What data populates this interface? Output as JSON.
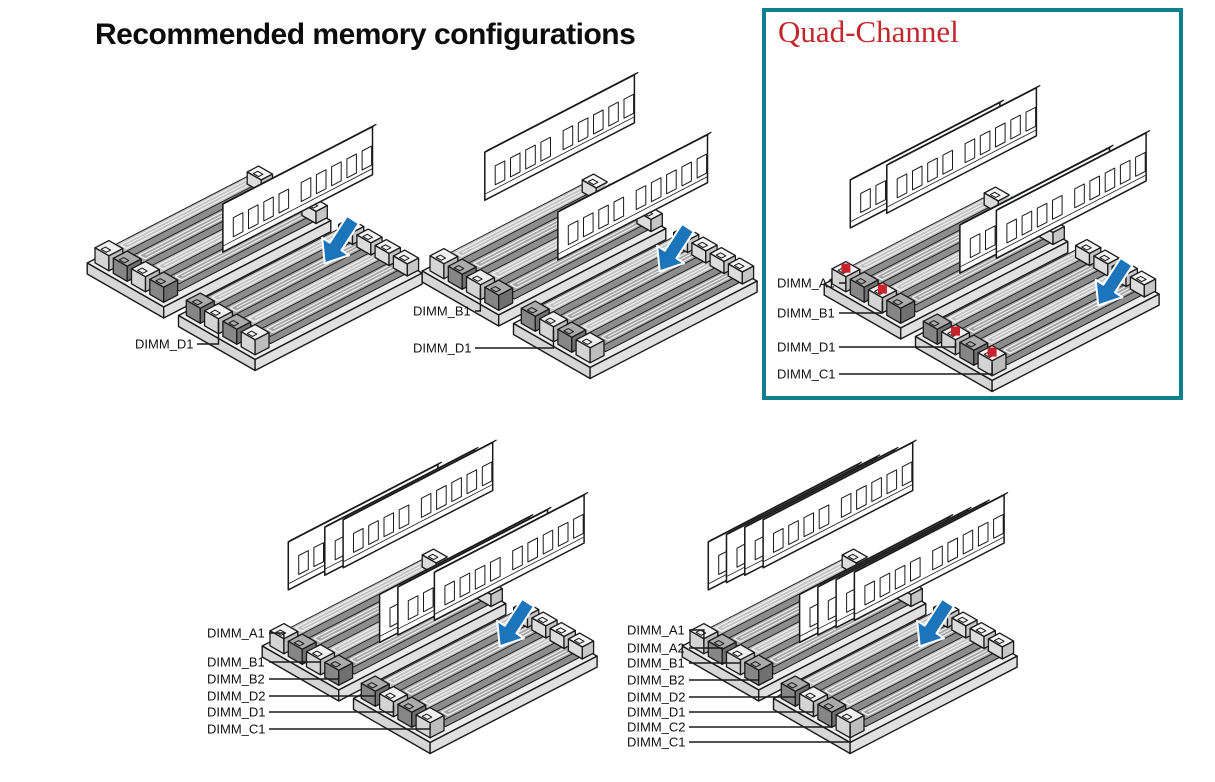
{
  "page": {
    "title": "Recommended memory configurations",
    "background": "#ffffff"
  },
  "quad_channel_box": {
    "label": "Quad-Channel",
    "border_color": "#0f7f8e",
    "label_color": "#c1272d"
  },
  "colors": {
    "outline": "#1a1a1a",
    "arrow_blue": "#1c75bb",
    "marker_red": "#c8232c",
    "module_white": "#ffffff",
    "base_gray": "#ececec",
    "slot_dark_gray": "#8d8d8d"
  },
  "diagrams": [
    {
      "id": "config-1-dimm",
      "name": "Single DIMM configuration",
      "modules": [
        "right-1"
      ],
      "arrows": [
        "right-1"
      ],
      "markers": [],
      "labels": [
        {
          "text": "DIMM_D1",
          "slot": "right-1"
        }
      ]
    },
    {
      "id": "config-2-dimm",
      "name": "Two DIMM configuration",
      "modules": [
        "left-2",
        "right-1"
      ],
      "arrows": [
        "left-2",
        "right-1"
      ],
      "markers": [],
      "labels": [
        {
          "text": "DIMM_B1",
          "slot": "left-2"
        },
        {
          "text": "DIMM_D1",
          "slot": "right-1"
        }
      ]
    },
    {
      "id": "config-4-dimm-quad-channel",
      "name": "Four DIMM quad-channel configuration",
      "modules": [
        "left-0",
        "left-2",
        "right-1",
        "right-3"
      ],
      "arrows": [
        "left-2",
        "right-3"
      ],
      "markers": [
        "left-0",
        "left-2",
        "right-1",
        "right-3"
      ],
      "labels": [
        {
          "text": "DIMM_A1",
          "slot": "left-0"
        },
        {
          "text": "DIMM_B1",
          "slot": "left-2"
        },
        {
          "text": "DIMM_D1",
          "slot": "right-1"
        },
        {
          "text": "DIMM_C1",
          "slot": "right-3"
        }
      ]
    },
    {
      "id": "config-6-dimm",
      "name": "Six DIMM configuration",
      "modules": [
        "left-0",
        "left-2",
        "left-3",
        "right-0",
        "right-1",
        "right-3"
      ],
      "arrows": [
        "left-2",
        "right-1"
      ],
      "markers": [],
      "labels": [
        {
          "text": "DIMM_A1",
          "slot": "left-0"
        },
        {
          "text": "DIMM_B1",
          "slot": "left-2"
        },
        {
          "text": "DIMM_B2",
          "slot": "left-3"
        },
        {
          "text": "DIMM_D2",
          "slot": "right-0"
        },
        {
          "text": "DIMM_D1",
          "slot": "right-1"
        },
        {
          "text": "DIMM_C1",
          "slot": "right-3"
        }
      ]
    },
    {
      "id": "config-8-dimm",
      "name": "Eight DIMM configuration",
      "modules": [
        "left-0",
        "left-1",
        "left-2",
        "left-3",
        "right-0",
        "right-1",
        "right-2",
        "right-3"
      ],
      "arrows": [
        "left-2",
        "right-1"
      ],
      "markers": [],
      "labels": [
        {
          "text": "DIMM_A1",
          "slot": "left-0"
        },
        {
          "text": "DIMM_A2",
          "slot": "left-1"
        },
        {
          "text": "DIMM_B1",
          "slot": "left-2"
        },
        {
          "text": "DIMM_B2",
          "slot": "left-3"
        },
        {
          "text": "DIMM_D2",
          "slot": "right-0"
        },
        {
          "text": "DIMM_D1",
          "slot": "right-1"
        },
        {
          "text": "DIMM_C2",
          "slot": "right-2"
        },
        {
          "text": "DIMM_C1",
          "slot": "right-3"
        }
      ]
    }
  ]
}
